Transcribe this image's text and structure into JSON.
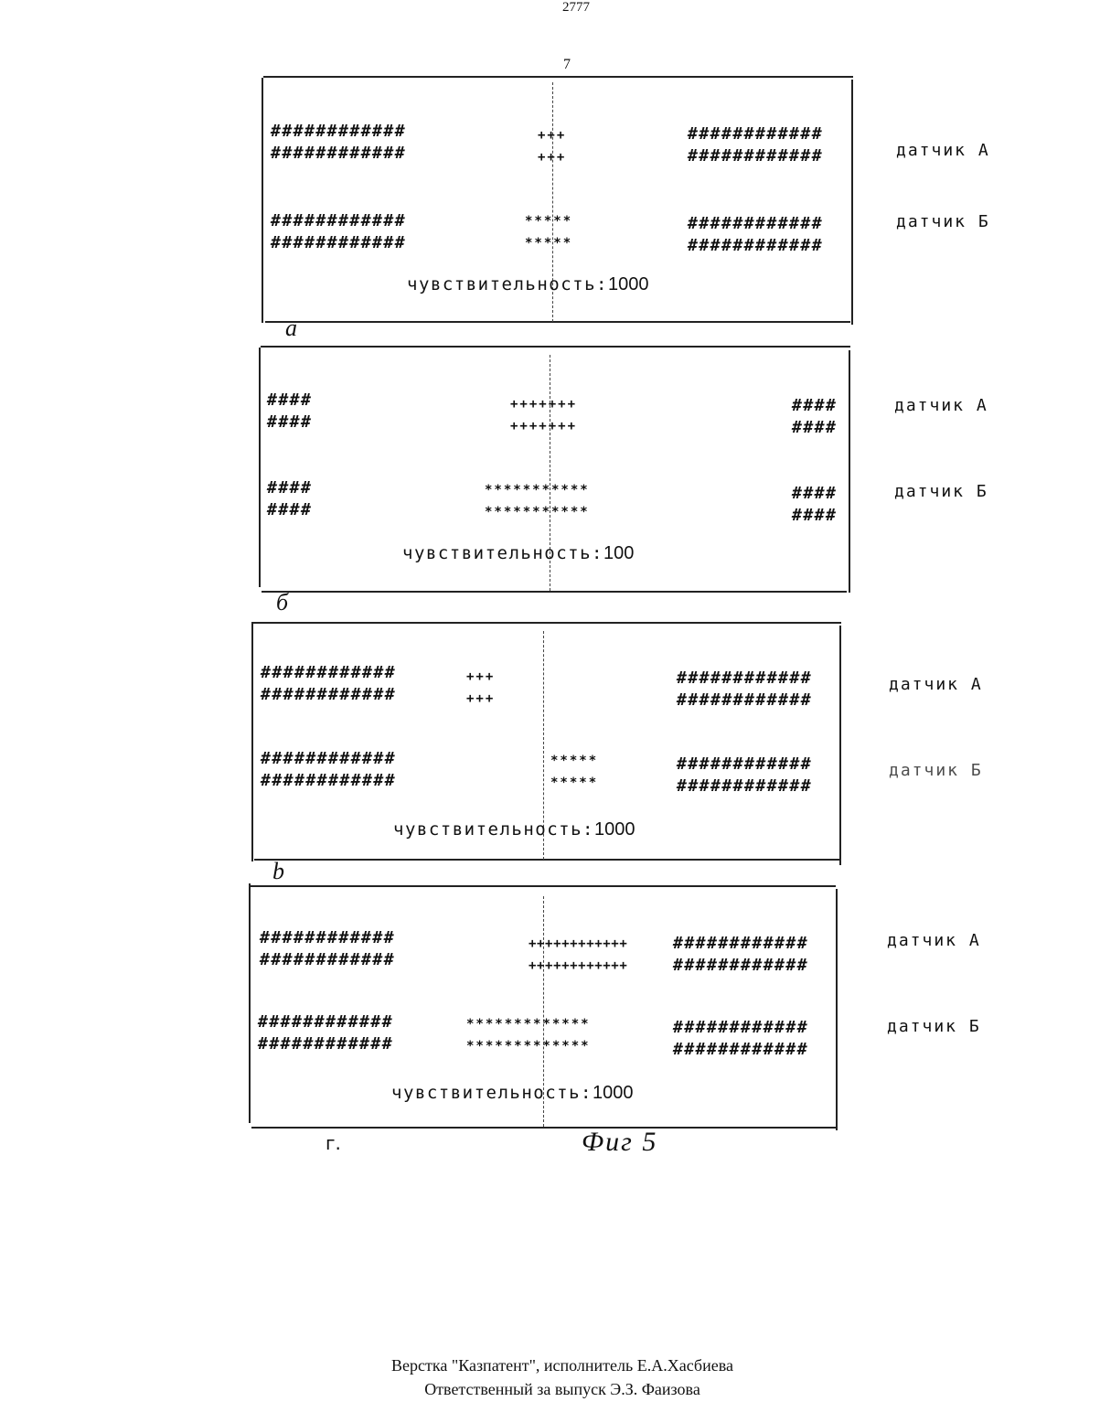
{
  "header": {
    "page_number": "2777",
    "sheet_number": "7"
  },
  "panels": [
    {
      "letter": "a",
      "rows": [
        {
          "left": "############",
          "mid": "+++",
          "right": "############"
        },
        {
          "left": "############",
          "mid": "+++",
          "right": "############"
        },
        {
          "left": "############",
          "mid": "*****",
          "right": "############"
        },
        {
          "left": "############",
          "mid": "*****",
          "right": "############"
        }
      ],
      "sensitivity_label": "чувствительность:",
      "sensitivity_value": "1000",
      "sensor_a": "датчик А",
      "sensor_b": "датчик Б"
    },
    {
      "letter": "б",
      "rows": [
        {
          "left": "####",
          "mid": "+++++++",
          "right": "####"
        },
        {
          "left": "####",
          "mid": "+++++++",
          "right": "####"
        },
        {
          "left": "####",
          "mid": "***********",
          "right": "####"
        },
        {
          "left": "####",
          "mid": "***********",
          "right": "####"
        }
      ],
      "sensitivity_label": "чувствительность:",
      "sensitivity_value": "100",
      "sensor_a": "датчик А",
      "sensor_b": "датчик Б"
    },
    {
      "letter": "b",
      "rows": [
        {
          "left": "############",
          "mid": "+++",
          "right": "############"
        },
        {
          "left": "############",
          "mid": "+++",
          "right": "############"
        },
        {
          "left": "############",
          "mid": "*****",
          "right": "############"
        },
        {
          "left": "############",
          "mid": "*****",
          "right": "############"
        }
      ],
      "sensitivity_label": "чувствительность:",
      "sensitivity_value": "1000",
      "sensor_a": "датчик А",
      "sensor_b": "датчик Б"
    },
    {
      "letter": "г.",
      "rows": [
        {
          "left": "############",
          "mid": "++++++++++++",
          "right": "############"
        },
        {
          "left": "############",
          "mid": "++++++++++++",
          "right": "############"
        },
        {
          "left": "############",
          "mid": "*************",
          "right": "############"
        },
        {
          "left": "############",
          "mid": "*************",
          "right": "############"
        }
      ],
      "sensitivity_label": "чувствительность:",
      "sensitivity_value": "1000",
      "sensor_a": "датчик А",
      "sensor_b": "датчик Б"
    }
  ],
  "figure_caption": "Фиг 5",
  "footer": {
    "line1": "Верстка \"Казпатент\", исполнитель  Е.А.Хасбиева",
    "line2": "Ответственный за выпуск Э.З. Фаизова"
  }
}
